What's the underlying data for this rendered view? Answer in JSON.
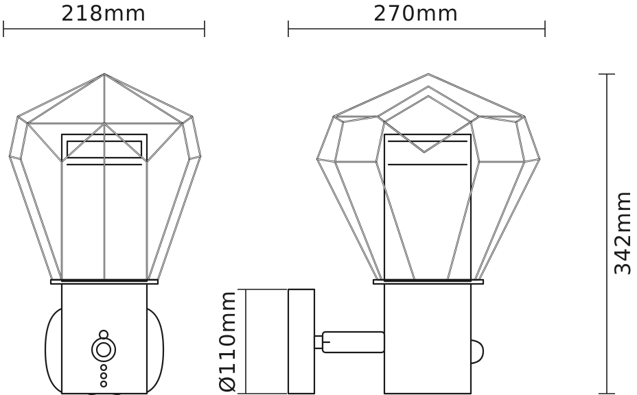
{
  "dimensions": {
    "width_front": "218mm",
    "width_side": "270mm",
    "height": "342mm",
    "base_diameter": "Ø110mm"
  }
}
